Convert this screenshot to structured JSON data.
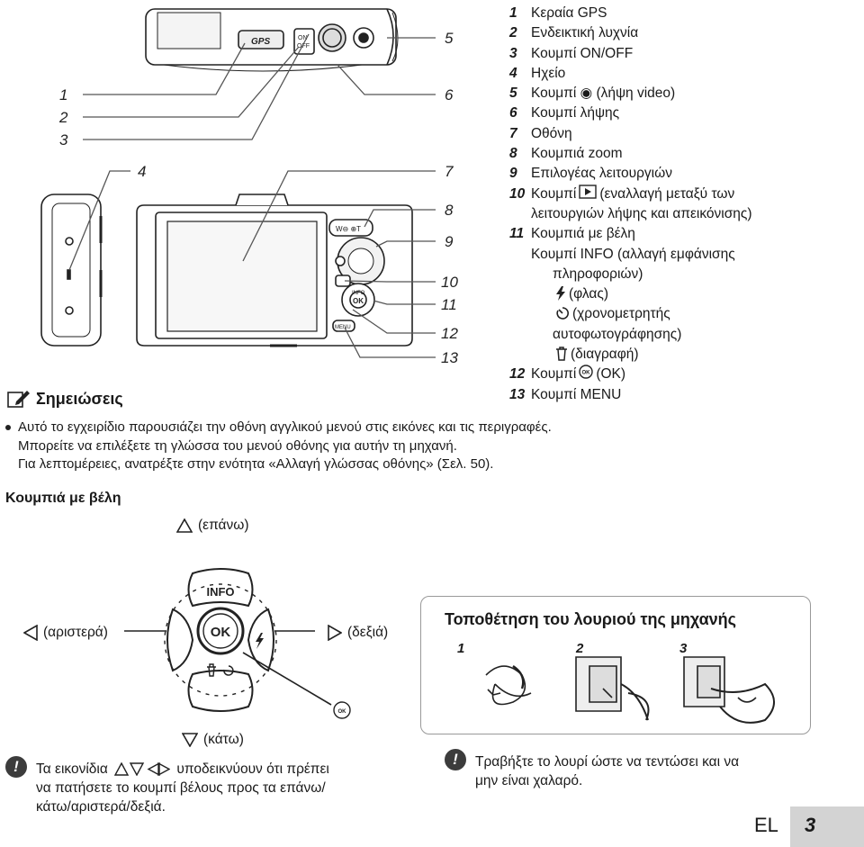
{
  "callouts": {
    "c1": "1",
    "c2": "2",
    "c3": "3",
    "c4": "4",
    "c5": "5",
    "c6": "6",
    "c7": "7",
    "c8": "8",
    "c9": "9",
    "c10": "10",
    "c11": "11",
    "c12": "12",
    "c13": "13"
  },
  "camera_labels": {
    "gps": "GPS",
    "on": "ON",
    "off": "OFF",
    "wt": "W⊖ ⊕T",
    "info": "INFO",
    "ok": "OK",
    "menu": "MENU"
  },
  "legend": [
    {
      "num": "1",
      "text": "Κεραία GPS"
    },
    {
      "num": "2",
      "text": "Ενδεικτική λυχνία"
    },
    {
      "num": "3",
      "text": "Κουμπί ON/OFF"
    },
    {
      "num": "4",
      "text": "Ηχείο"
    },
    {
      "num": "5",
      "text": "Κουμπί ◉ (λήψη video)"
    },
    {
      "num": "6",
      "text": "Κουμπί λήψης"
    },
    {
      "num": "7",
      "text": "Οθόνη"
    },
    {
      "num": "8",
      "text": "Κουμπιά zoom"
    },
    {
      "num": "9",
      "text": "Επιλογέας λειτουργιών"
    }
  ],
  "legend10": {
    "num": "10",
    "pre": "Κουμπί",
    "post": "(εναλλαγή μεταξύ των",
    "line2": "λειτουργιών λήψης και απεικόνισης)"
  },
  "legend11": {
    "num": "11",
    "text": "Κουμπιά με βέλη",
    "info": "Κουμπί INFO (αλλαγή εμφάνισης",
    "info2": "πληροφοριών)",
    "flash": "(φλας)",
    "timer": "(χρονομετρητής",
    "timer2": "αυτοφωτογράφησης)",
    "delete": "(διαγραφή)"
  },
  "legend12": {
    "num": "12",
    "pre": "Κουμπί",
    "post": "(OK)"
  },
  "legend13": {
    "num": "13",
    "text": "Κουμπί MENU"
  },
  "notes": {
    "heading": "Σημειώσεις",
    "line1": "Αυτό το εγχειρίδιο παρουσιάζει την οθόνη αγγλικού μενού στις εικόνες και τις περιγραφές.",
    "line2": "Μπορείτε να επιλέξετε τη γλώσσα του μενού οθόνης για αυτήν τη μηχανή.",
    "line3": "Για λεπτομέρειες, ανατρέξτε στην ενότητα «Αλλαγή γλώσσας οθόνης» (Σελ. 50)."
  },
  "arrow_section": {
    "title": "Κουμπιά με βέλη",
    "up": "(επάνω)",
    "left": "(αριστερά)",
    "right": "(δεξιά)",
    "down": "(κάτω)",
    "pad_info": "INFO",
    "pad_ok": "OK"
  },
  "tip_left": {
    "pre": "Τα εικονίδια",
    "post": "υποδεικνύουν ότι πρέπει",
    "line2": "να πατήσετε το κουμπί βέλους προς τα επάνω/",
    "line3": "κάτω/αριστερά/δεξιά."
  },
  "strap": {
    "title": "Τοποθέτηση του λουριού της μηχανής",
    "s1": "1",
    "s2": "2",
    "s3": "3"
  },
  "tip_right": {
    "line1": "Τραβήξτε το λουρί ώστε να τεντώσει και να",
    "line2": "μην είναι χαλαρό."
  },
  "footer": {
    "lang": "EL",
    "page": "3"
  }
}
